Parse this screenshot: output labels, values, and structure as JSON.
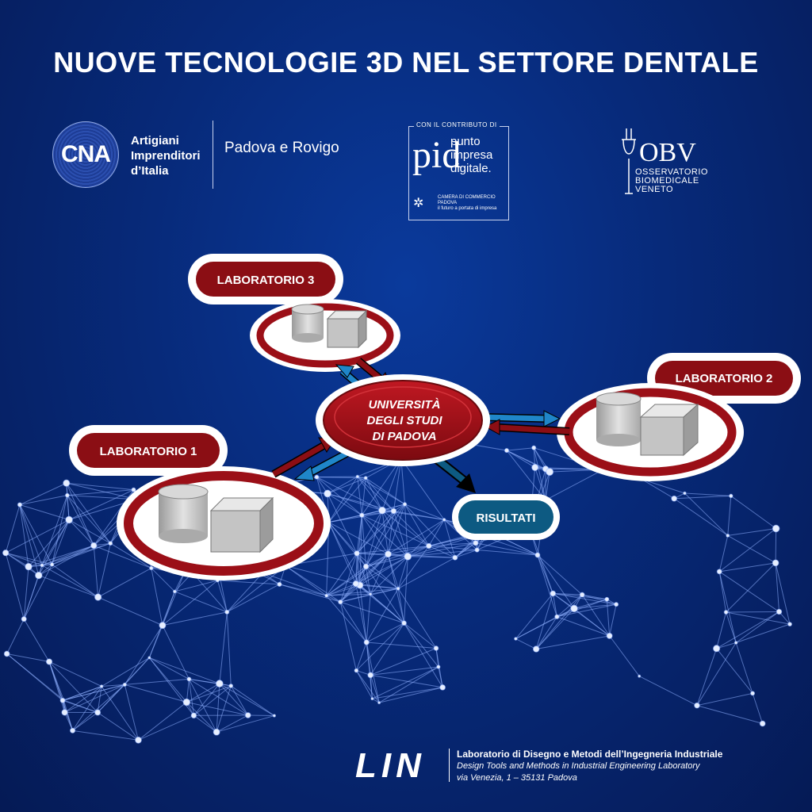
{
  "title": "NUOVE TECNOLOGIE 3D NEL SETTORE DENTALE",
  "logos": {
    "cna": {
      "mark": "CNA",
      "line1": "Artigiani",
      "line2": "Imprenditori",
      "line3": "d’Italia",
      "region": "Padova e Rovigo"
    },
    "pid": {
      "header": "CON IL CONTRIBUTO DI",
      "mark": "pid",
      "line1": "punto",
      "line2": "impresa",
      "line3": "digitale.",
      "chamber1": "CAMERA DI COMMERCIO",
      "chamber2": "PADOVA",
      "chamber3": "il futuro a portata di impresa"
    },
    "obv": {
      "mark": "OBV",
      "line1": "OSSERVATORIO",
      "line2": "BIOMEDICALE",
      "line3": "VENETO"
    }
  },
  "diagram": {
    "hub": {
      "line1": "UNIVERSITÀ",
      "line2": "DEGLI STUDI",
      "line3": "DI PADOVA"
    },
    "lab1": "LABORATORIO 1",
    "lab2": "LABORATORIO 2",
    "lab3": "LABORATORIO 3",
    "results": "RISULTATI",
    "colors": {
      "red": "#8b0e14",
      "blue": "#1f86c9",
      "results": "#0d5a82"
    }
  },
  "footer": {
    "mark": "LIN",
    "name": "Laboratorio di Disegno e Metodi dell’Ingegneria Industriale",
    "english": "Design Tools and Methods in Industrial Engineering Laboratory",
    "address": "via Venezia, 1 – 35131 Padova"
  }
}
